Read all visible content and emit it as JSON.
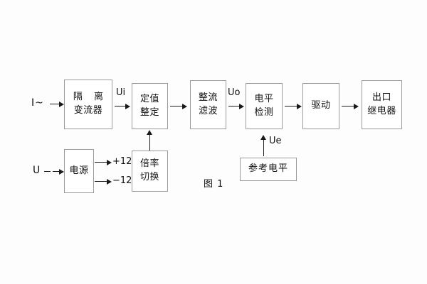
{
  "figure": {
    "caption": "图 1",
    "background_color": "#fdfdfd",
    "box_border_color": "#9a9a9a",
    "line_color": "#1a1a1a"
  },
  "terminals": [
    {
      "id": "current-input",
      "label": "I~"
    },
    {
      "id": "voltage-input",
      "label": "U"
    }
  ],
  "blocks": [
    {
      "id": "isolating-transformer",
      "line1": "隔 离",
      "line2": "变流器"
    },
    {
      "id": "setting-value",
      "line1": "定值",
      "line2": "整定"
    },
    {
      "id": "rectify-filter",
      "line1": "整流",
      "line2": "滤波"
    },
    {
      "id": "level-detection",
      "line1": "电平",
      "line2": "检测"
    },
    {
      "id": "drive",
      "line1": "驱动",
      "line2": ""
    },
    {
      "id": "output-relay",
      "line1": "出口",
      "line2": "继电器"
    },
    {
      "id": "power-supply",
      "line1": "电源",
      "line2": ""
    },
    {
      "id": "multiplier-switch",
      "line1": "倍率",
      "line2": "切换"
    },
    {
      "id": "reference-level",
      "line1": "参考电平",
      "line2": ""
    }
  ],
  "signals": [
    {
      "id": "ui",
      "label": "Ui"
    },
    {
      "id": "uo",
      "label": "Uo"
    },
    {
      "id": "ue",
      "label": "Ue"
    }
  ],
  "power_rails": [
    {
      "id": "rail-positive",
      "label": "+12V"
    },
    {
      "id": "rail-negative",
      "label": "−12V"
    }
  ]
}
